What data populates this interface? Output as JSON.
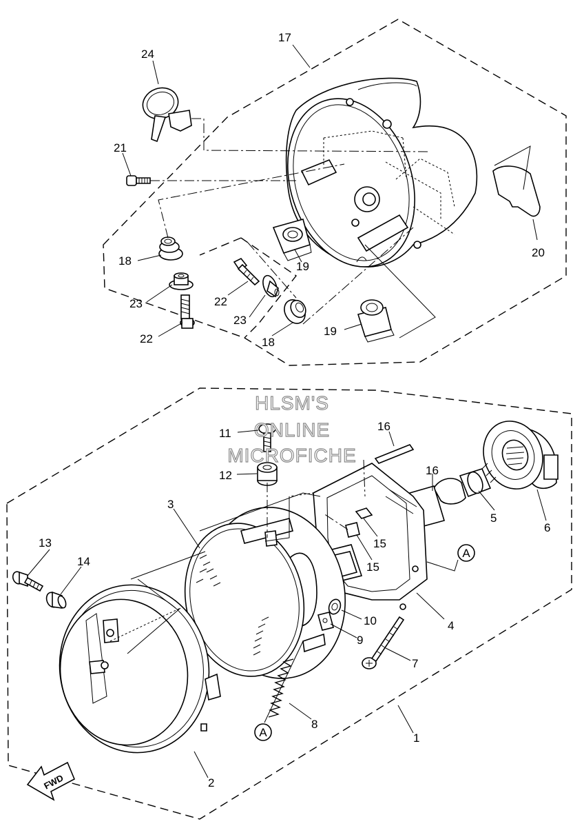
{
  "watermark": {
    "line1": "HLSM'S",
    "line2": "ONLINE",
    "line3": "MICROFICHE"
  },
  "fwd_label": "FWD",
  "reference_marker": "A",
  "callouts": {
    "c1": "1",
    "c2": "2",
    "c3": "3",
    "c4": "4",
    "c5": "5",
    "c6": "6",
    "c7": "7",
    "c8": "8",
    "c9": "9",
    "c10": "10",
    "c11": "11",
    "c12": "12",
    "c13": "13",
    "c14": "14",
    "c15a": "15",
    "c15b": "15",
    "c16a": "16",
    "c16b": "16",
    "c17": "17",
    "c18a": "18",
    "c18b": "18",
    "c19a": "19",
    "c19b": "19",
    "c20": "20",
    "c21": "21",
    "c22a": "22",
    "c22b": "22",
    "c23a": "23",
    "c23b": "23",
    "c24": "24"
  }
}
